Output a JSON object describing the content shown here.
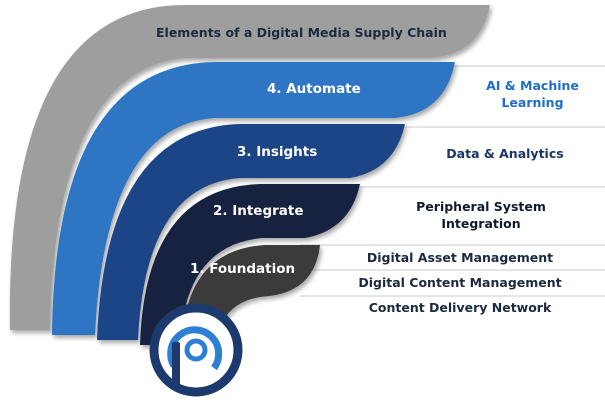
{
  "title": "Elements of a Digital Media Supply Chain",
  "tiers": [
    {
      "step": "4.  Automate",
      "side": [
        "AI & Machine",
        "Learning"
      ],
      "side_color": "#1e6ec8"
    },
    {
      "step": "3.  Insights",
      "side": [
        "Data & Analytics"
      ],
      "side_color": "#1b3566"
    },
    {
      "step": "2.  Integrate",
      "side": [
        "Peripheral System",
        "Integration"
      ],
      "side_color": "#111a2c"
    },
    {
      "step": "1.  Foundation",
      "side": [
        "Digital Asset Management",
        "Digital Content Management",
        "Content Delivery Network"
      ],
      "side_color": "#1b2a3e"
    }
  ],
  "colors": {
    "title_band": "#9e9e9e",
    "automate": "#2f74c4",
    "insights": "#1f4488",
    "integrate": "#142440",
    "foundation": "#3a3a3a",
    "logo_navy": "#1d3a6e",
    "logo_blue": "#2c7fd2"
  },
  "logo_icon": "pc-monogram-icon"
}
